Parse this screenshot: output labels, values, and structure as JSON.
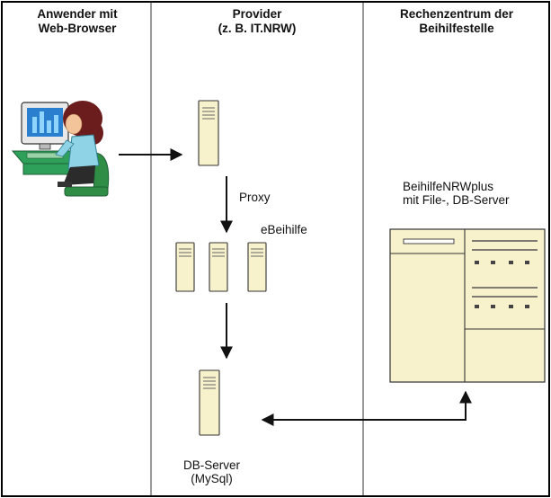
{
  "columns": [
    {
      "title": "Anwender mit\nWeb-Browser"
    },
    {
      "title": "Provider\n(z. B. IT.NRW)"
    },
    {
      "title": "Rechenzentrum der\nBeihilfestelle"
    }
  ],
  "labels": {
    "proxy": "Proxy",
    "ebeihilfe": "eBeihilfe",
    "beihilfe_server": "BeihilfeNRWplus\nmit File-, DB-Server",
    "db_server": "DB-Server\n(MySql)"
  },
  "colors": {
    "frame": "#000000",
    "divider": "#555555",
    "server_fill": "#f8f2cc",
    "server_stroke": "#333333",
    "arrow": "#111111"
  }
}
